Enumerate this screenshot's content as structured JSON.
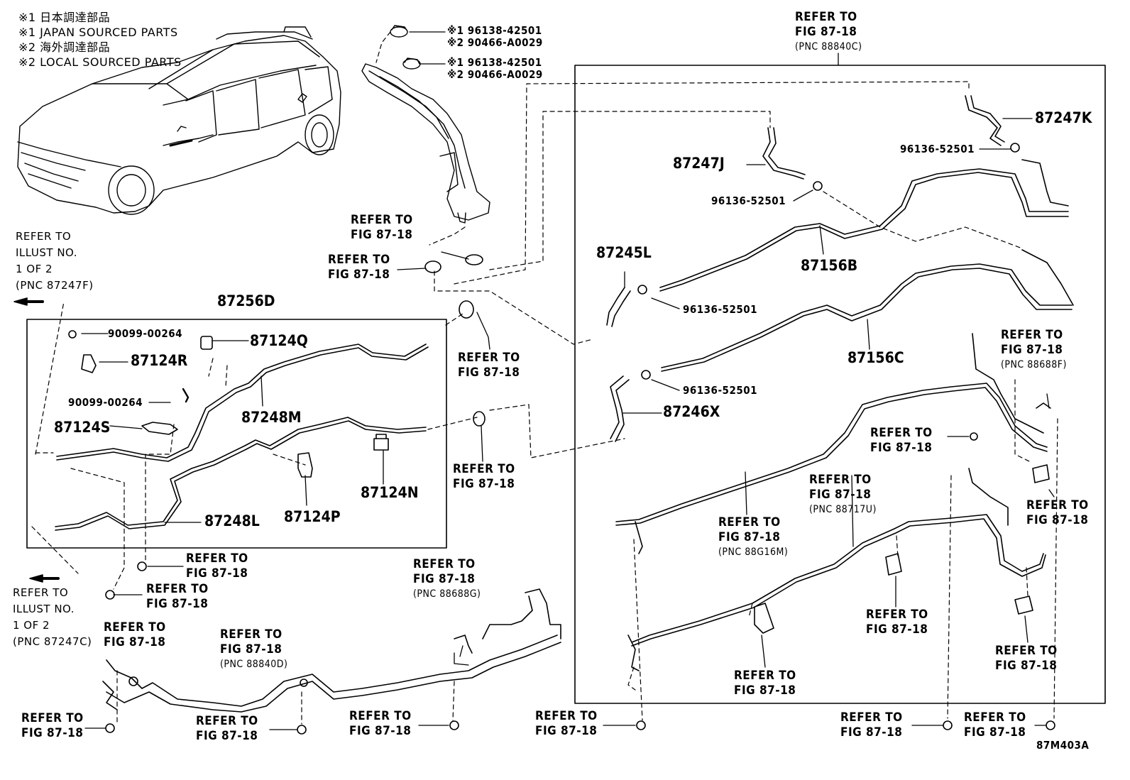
{
  "notes": [
    "※1 日本調達部品",
    "※1 JAPAN SOURCED PARTS",
    "※2 海外調達部品",
    "※2 LOCAL SOURCED PARTS"
  ],
  "ref_text": {
    "line1": "REFER TO",
    "line2": "FIG 87-18"
  },
  "illust_refs": [
    {
      "lines": [
        "REFER TO",
        "ILLUST NO.",
        "1 OF 2",
        "(PNC 87247F)"
      ]
    },
    {
      "lines": [
        "REFER TO",
        "ILLUST NO.",
        "1 OF 2",
        "(PNC 87247C)"
      ]
    }
  ],
  "ref_pnc": {
    "r88840c": "(PNC 88840C)",
    "r88688f": "(PNC 88688F)",
    "r88717u": "(PNC 88717U)",
    "r88g16m": "(PNC 88G16M)",
    "r88688g": "(PNC 88688G)",
    "r88840d": "(PNC 88840D)"
  },
  "clamp_refs": {
    "top1_a": "※1 96138-42501",
    "top1_b": "※2 90466-A0029",
    "top2_a": "※1 96138-42501",
    "top2_b": "※2 90466-A0029"
  },
  "parts": {
    "p87256D": "87256D",
    "p90099a": "90099-00264",
    "p90099b": "90099-00264",
    "p87124R": "87124R",
    "p87124Q": "87124Q",
    "p87124S": "87124S",
    "p87248M": "87248M",
    "p87124N": "87124N",
    "p87124P": "87124P",
    "p87248L": "87248L",
    "p87247K": "87247K",
    "p87247J": "87247J",
    "p96136a": "96136-52501",
    "p96136b": "96136-52501",
    "p96136c": "96136-52501",
    "p96136d": "96136-52501",
    "p87245L": "87245L",
    "p87156B": "87156B",
    "p87156C": "87156C",
    "p87246X": "87246X"
  },
  "illustration_code": "87M403A"
}
